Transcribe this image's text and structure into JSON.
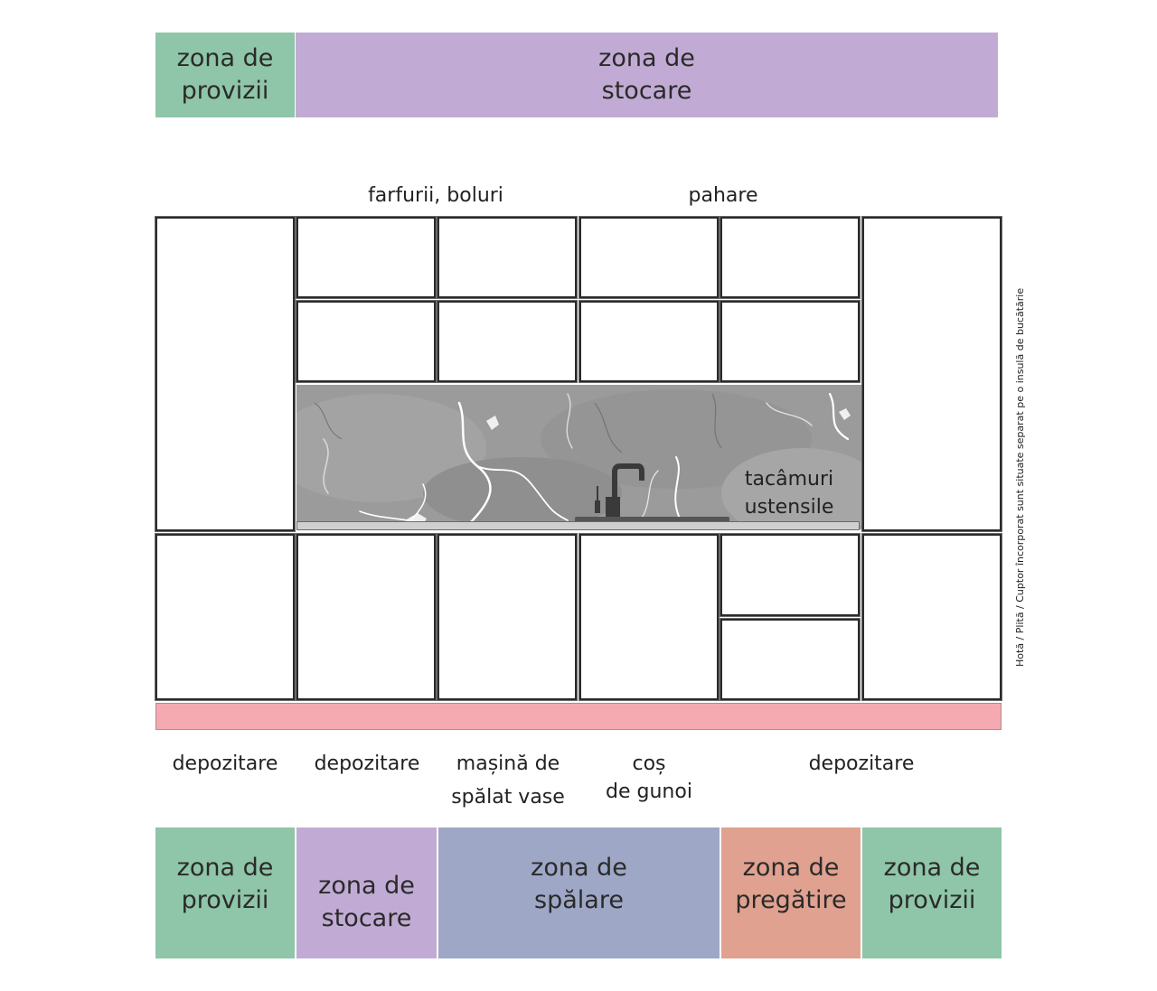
{
  "colors": {
    "provizii": "#8fc5a8",
    "stocare": "#c1abd4",
    "spalare": "#9ea7c6",
    "pregatire": "#e0a190",
    "plinth": "#f5a9b0",
    "backsplash": "#9a9a9a"
  },
  "top_zones": [
    {
      "text": "zona de\nprovizii",
      "color": "provizii"
    },
    {
      "text": "zona de\nstocare",
      "color": "stocare"
    }
  ],
  "upper_labels": {
    "plates": "farfurii, boluri",
    "glasses": "pahare"
  },
  "backsplash_label": "tacâmuri\nustensile",
  "side_note": "Hotă / Plită / Cuptor încorporat sunt situate separat pe o insulă de bucătărie",
  "lower_labels": [
    "depozitare",
    "depozitare",
    "mașină de\nspălat vase",
    "coș\nde gunoi",
    "depozitare"
  ],
  "bottom_zones": [
    {
      "text": "zona de\nprovizii",
      "color": "provizii"
    },
    {
      "text": "zona de\nstocare",
      "color": "stocare"
    },
    {
      "text": "zona de\nspălare",
      "color": "spalare"
    },
    {
      "text": "zona de\npregătire",
      "color": "pregatire"
    },
    {
      "text": "zona de\nprovizii",
      "color": "provizii"
    }
  ],
  "icons": {
    "faucet": "faucet-icon",
    "sink": "sink-icon"
  }
}
